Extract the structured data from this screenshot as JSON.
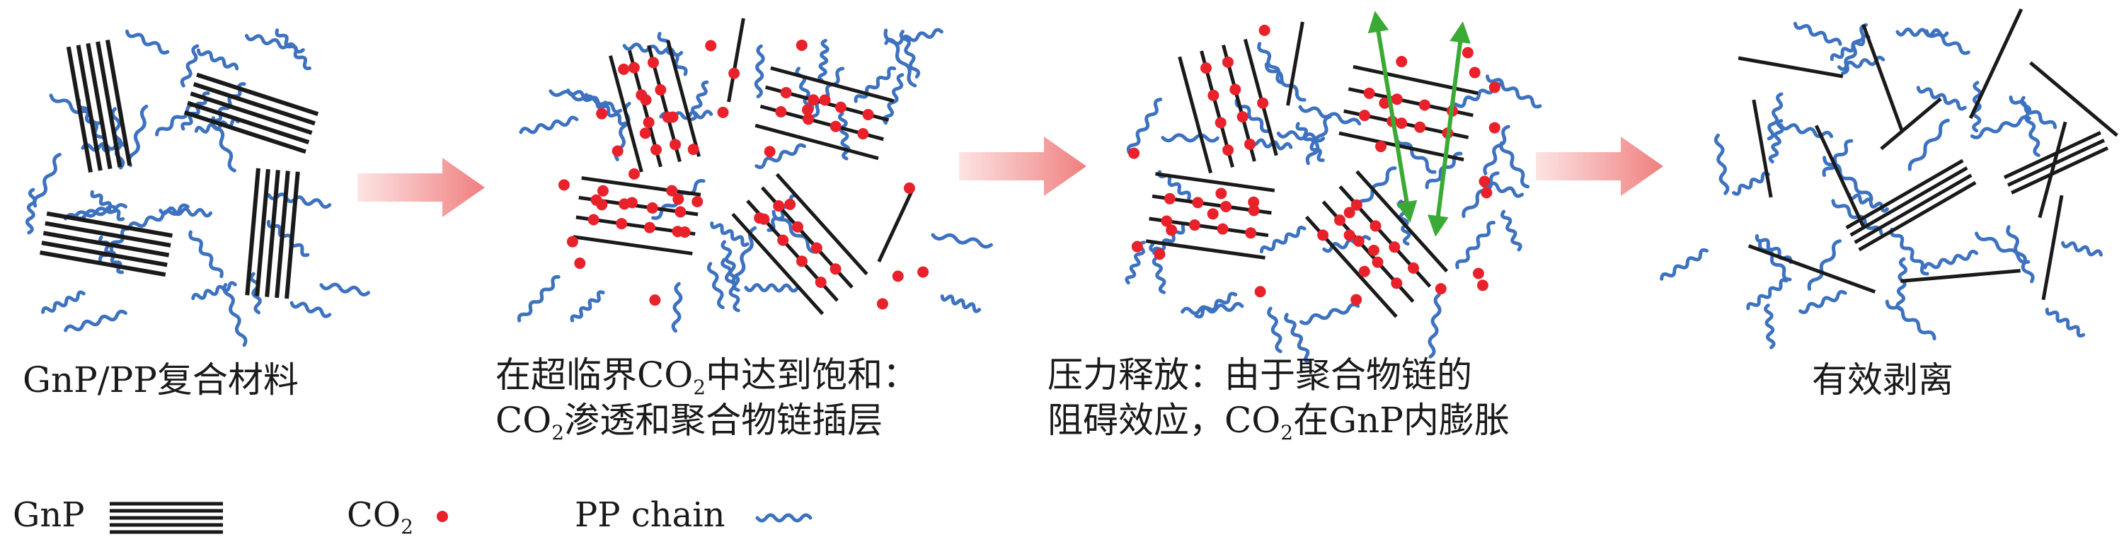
{
  "stages": [
    {
      "caption_lines": [
        "GnP/PP复合材料"
      ]
    },
    {
      "caption_lines": [
        {
          "pre": "在超临界CO",
          "sub": "2",
          "post": "中达到饱和："
        },
        {
          "pre": "CO",
          "sub": "2",
          "post": "渗透和聚合物链插层"
        }
      ]
    },
    {
      "caption_lines": [
        "压力释放：由于聚合物链的",
        {
          "pre": "阻碍效应，CO",
          "sub": "2",
          "post": "在GnP内膨胀"
        }
      ]
    },
    {
      "caption_lines": [
        "有效剥离"
      ]
    }
  ],
  "legend": {
    "gnp": "GnP",
    "co2": {
      "pre": "CO",
      "sub": "2"
    },
    "pp_chain": "PP chain"
  },
  "colors": {
    "gnp": "#1a1a1a",
    "co2": "#e8212b",
    "pp_chain": "#3d72c0",
    "arrow": "#f28c8c",
    "expansion_arrow": "#3aaa35"
  }
}
